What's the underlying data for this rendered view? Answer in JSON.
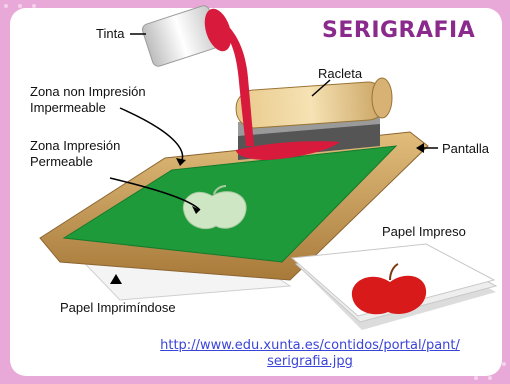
{
  "title": "SERIGRAFIA",
  "labels": {
    "tinta": "Tinta",
    "racleta": "Racleta",
    "zona_non_impresion": [
      "Zona non Impresión",
      "Impermeable"
    ],
    "zona_impresion": [
      "Zona Impresión",
      "Permeable"
    ],
    "pantalla": "Pantalla",
    "papel_impreso": "Papel Impreso",
    "papel_imprimindose": "Papel Imprimíndose"
  },
  "source": [
    "http://www.edu.xunta.es/contidos/portal/pant/",
    "serigrafia.jpg"
  ],
  "colors": {
    "background": "#e9a9d8",
    "panel": "#ffffff",
    "title": "#8a2a8c",
    "ink": "#d81a3c",
    "screen": "#1f9a3b",
    "frame": "#c79a55",
    "apple_area": "#cfe6c4",
    "source_link": "#3b44d8"
  },
  "icons": [
    "ink-can-icon",
    "squeegee-icon",
    "apple-icon",
    "arrow-left-icon",
    "arrow-up-icon"
  ]
}
